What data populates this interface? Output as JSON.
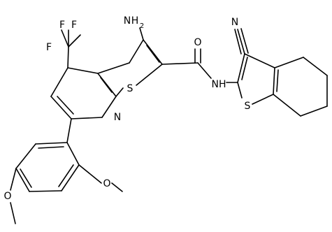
{
  "atom_labels": {
    "amino": "NH2",
    "amino_n": "N",
    "amino_h": "H",
    "amino_sub": "2",
    "cf3_f1": "F",
    "cf3_f2": "F",
    "cf3_f3": "F",
    "carbonyl_o": "O",
    "amide_nh": "NH",
    "nitrile_n": "N",
    "thiophene_s1": "S",
    "pyridine_n": "N",
    "thiophene_s2": "S",
    "ome1_o": "O",
    "ome2_o": "O"
  },
  "colors": {
    "bond": "#000000",
    "text": "#000000",
    "background": "#ffffff"
  }
}
